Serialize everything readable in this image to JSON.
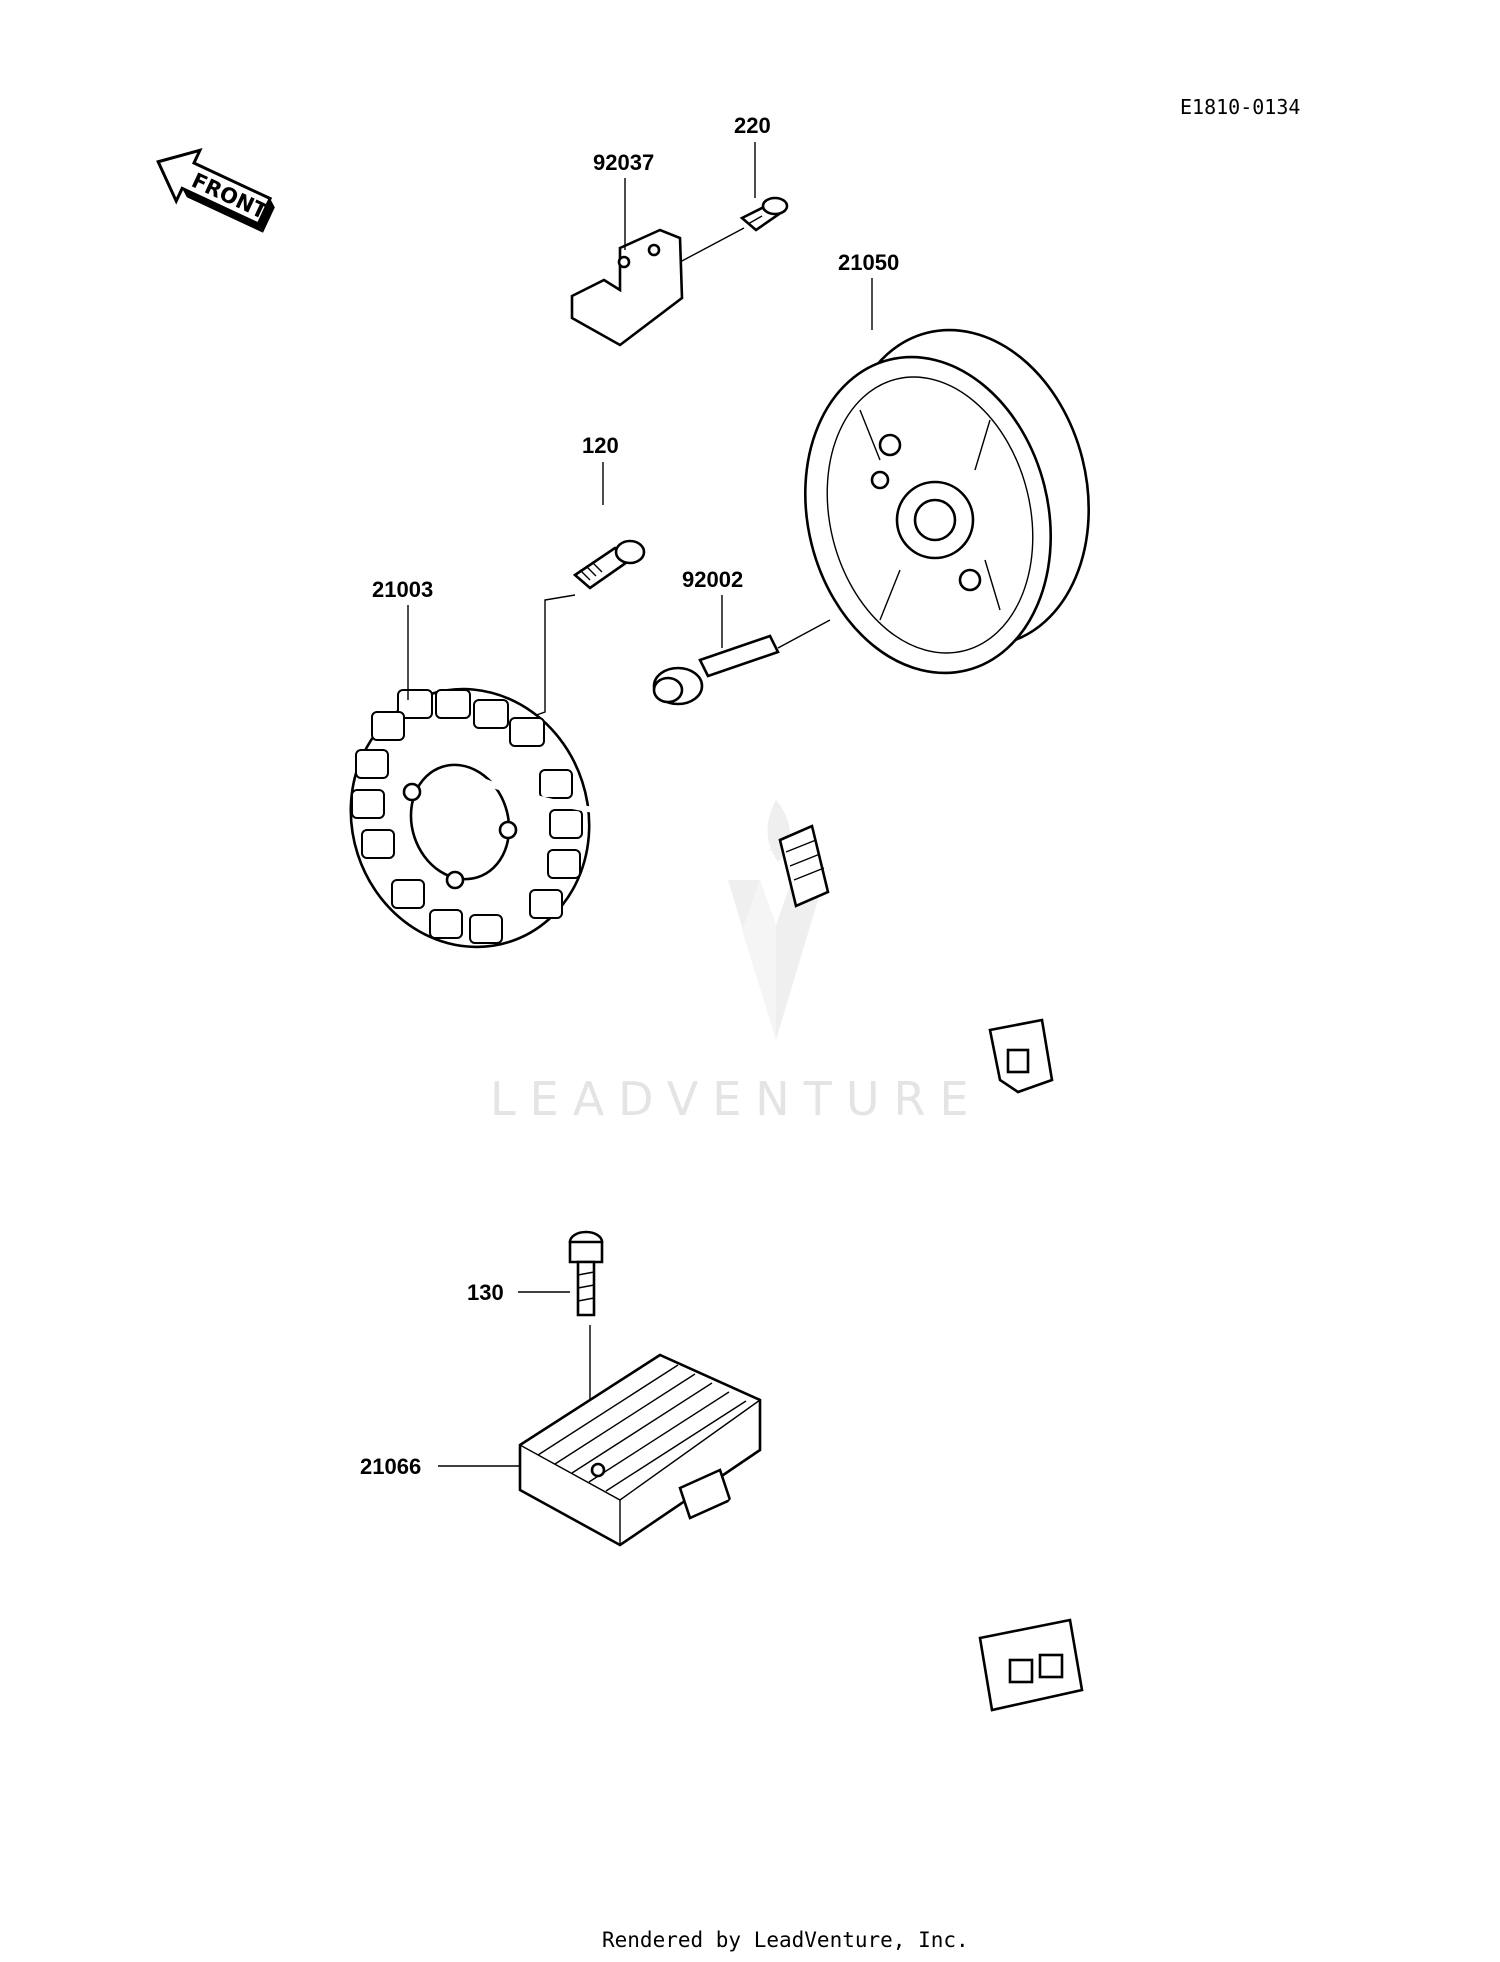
{
  "reference_code": "E1810-0134",
  "front_arrow": {
    "text": "FRONT",
    "icon": "front-arrow-icon"
  },
  "callouts": [
    {
      "id": "220",
      "label": "220"
    },
    {
      "id": "92037",
      "label": "92037"
    },
    {
      "id": "21050",
      "label": "21050"
    },
    {
      "id": "120",
      "label": "120"
    },
    {
      "id": "21003",
      "label": "21003"
    },
    {
      "id": "92002",
      "label": "92002"
    },
    {
      "id": "130",
      "label": "130"
    },
    {
      "id": "21066",
      "label": "21066"
    }
  ],
  "watermark": {
    "text": "LEADVENTURE",
    "icon": "leadventure-logo-icon"
  },
  "footer": {
    "text": "Rendered by LeadVenture, Inc."
  }
}
